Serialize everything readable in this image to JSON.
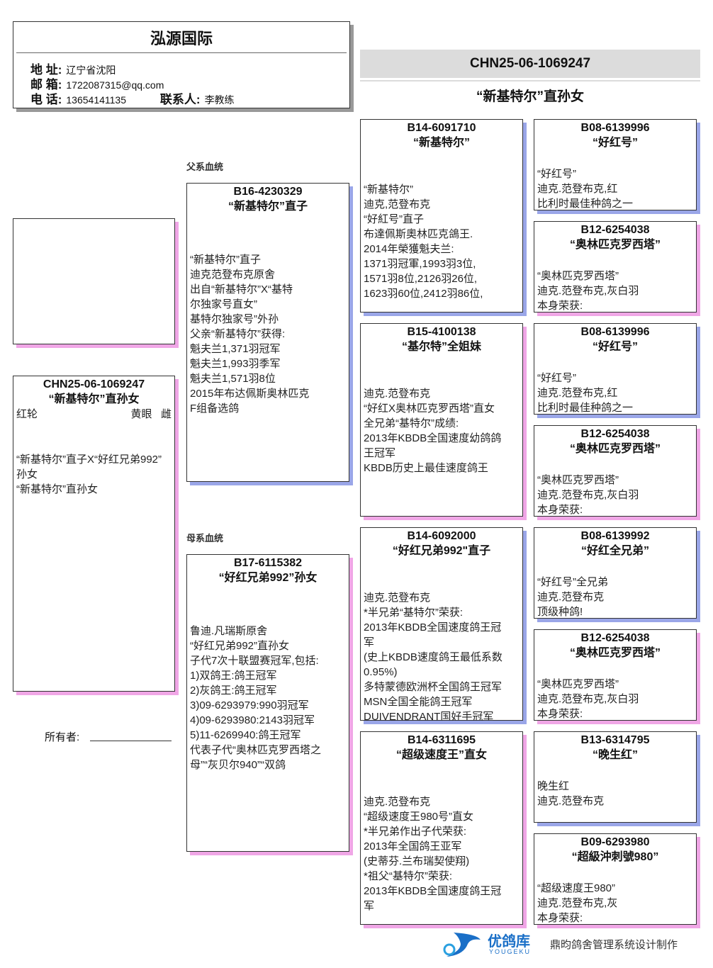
{
  "header": {
    "loft_name": "泓源国际",
    "address_label": "地 址:",
    "address": "辽宁省沈阳",
    "email_label": "邮 箱:",
    "email": "1722087315@qq.com",
    "phone_label": "电 话:",
    "phone": "13654141135",
    "contact_label": "联系人:",
    "contact": "李教练"
  },
  "banner": {
    "ring": "CHN25-06-1069247",
    "name": "“新基特尔”直孙女"
  },
  "subject": {
    "ring": "CHN25-06-1069247",
    "name": "“新基特尔”直孙女",
    "color": "红轮",
    "eye": "黄眼",
    "sex": "雌",
    "notes": [
      "“新基特尔”直子X“好红兄弟992”",
      "孙女",
      "“新基特尔”直孙女"
    ]
  },
  "owner_label": "所有者:",
  "sections": {
    "sire": "父系血统",
    "dam": "母系血统"
  },
  "pedigree": {
    "sire": {
      "ring": "B16-4230329",
      "name": "“新基特尔”直子",
      "lines": [
        "“新基特尔”直子",
        "迪克范登布克原舍",
        "出自“新基特尔”X“基特",
        "尔独家号直女”",
        "基特尔独家号”外孙",
        "父亲“新基特尔”获得:",
        "魁夫兰1,371羽冠军",
        "魁夫兰1,993羽季军",
        "魁夫兰1,571羽8位",
        "2015年布达佩斯奥林匹克",
        "F组备选鸽"
      ]
    },
    "dam": {
      "ring": "B17-6115382",
      "name": "“好红兄弟992”孙女",
      "lines": [
        "鲁迪.凡瑞斯原舍",
        "“好红兄弟992”直孙女",
        "子代7次十联盟赛冠军,包括:",
        "1)双鸽王:鸽王冠军",
        "2)灰鸽王:鸽王冠军",
        "3)09-6293979:990羽冠军",
        "4)09-6293980:2143羽冠军",
        "5)11-6269940:鸽王冠军",
        "代表子代“奥林匹克罗西塔之",
        "母”“灰贝尔940”“双鸽"
      ]
    },
    "ss": {
      "ring": "B14-6091710",
      "name": "“新基特尔”",
      "lines": [
        "“新基特尔”",
        "迪克,范登布克",
        "“好紅号”直子",
        "布達佩斯奧林匹克鴿王.",
        "2014年榮獲魁夫兰:",
        "1371羽冠軍,1993羽3位,",
        "1571羽8位,2126羽26位,",
        "1623羽60位,2412羽86位,"
      ]
    },
    "sd": {
      "ring": "B15-4100138",
      "name": "“基尔特”全姐妹",
      "lines": [
        "迪克.范登布克",
        "“好红X奥林匹克罗西塔”直女",
        "全兄弟“基特尔”成绩:",
        "2013年KBDB全国速度幼鸽鸽",
        "王冠军",
        "KBDB历史上最佳速度鸽王"
      ]
    },
    "ds": {
      "ring": "B14-6092000",
      "name": "“好红兄弟992\"直子",
      "lines": [
        "迪克.范登布克",
        "*半兄弟“基特尔”荣获:",
        "2013年KBDB全国速度鸽王冠",
        "军",
        "(史上KBDB速度鸽王最低系数",
        "0.95%)",
        "多特蒙德欧洲杯全国鸽王冠军",
        "MSN全国全能鸽王冠军",
        "DUIVENDRANT国好手冠军"
      ]
    },
    "dd": {
      "ring": "B14-6311695",
      "name": "“超级速度王”直女",
      "lines": [
        "迪克.范登布克",
        "“超级速度王980号”直女",
        "*半兄弟作出子代荣获:",
        "2013年全国鸽王亚军",
        "(史蒂芬.兰布瑞契使翔)",
        "*祖父“基特尔”荣获:",
        "2013年KBDB全国速度鸽王冠",
        "军"
      ]
    },
    "sss": {
      "ring": "B08-6139996",
      "name": "“好红号”",
      "lines": [
        "“好红号”",
        "迪克.范登布克,红",
        "比利时最佳种鸽之一"
      ]
    },
    "ssd": {
      "ring": "B12-6254038",
      "name": "“奥林匹克罗西塔”",
      "lines": [
        "“奥林匹克罗西塔”",
        "迪克.范登布克,灰白羽",
        "本身荣获:"
      ]
    },
    "sds": {
      "ring": "B08-6139996",
      "name": "“好红号”",
      "lines": [
        "“好红号”",
        "迪克.范登布克,红",
        "比利时最佳种鸽之一"
      ]
    },
    "sdd": {
      "ring": "B12-6254038",
      "name": "“奥林匹克罗西塔”",
      "lines": [
        "“奥林匹克罗西塔”",
        "迪克.范登布克,灰白羽",
        "本身荣获:"
      ]
    },
    "dss": {
      "ring": "B08-6139992",
      "name": "“好红全兄弟”",
      "lines": [
        "“好红号”全兄弟",
        "迪克.范登布克",
        "顶级种鸽!"
      ]
    },
    "dsd": {
      "ring": "B12-6254038",
      "name": "“奥林匹克罗西塔”",
      "lines": [
        "“奥林匹克罗西塔”",
        "迪克.范登布克,灰白羽",
        "本身荣获:"
      ]
    },
    "dds": {
      "ring": "B13-6314795",
      "name": "“晚生红”",
      "lines": [
        "晚生红",
        "迪克.范登布克"
      ]
    },
    "ddd": {
      "ring": "B09-6293980",
      "name": "“超級沖刺號980”",
      "lines": [
        "“超级速度王980”",
        "迪克.范登布克,灰",
        "本身荣获:"
      ]
    }
  },
  "footer": {
    "logo_text": "优鸽库",
    "logo_sub": "YOUGEKU",
    "credit": "鼎昀鸽舍管理系统设计制作"
  },
  "colors": {
    "sire_shadow": "#9aa6e8",
    "dam_shadow": "#f0a6e6",
    "banner_bg": "#dcdcdc"
  }
}
